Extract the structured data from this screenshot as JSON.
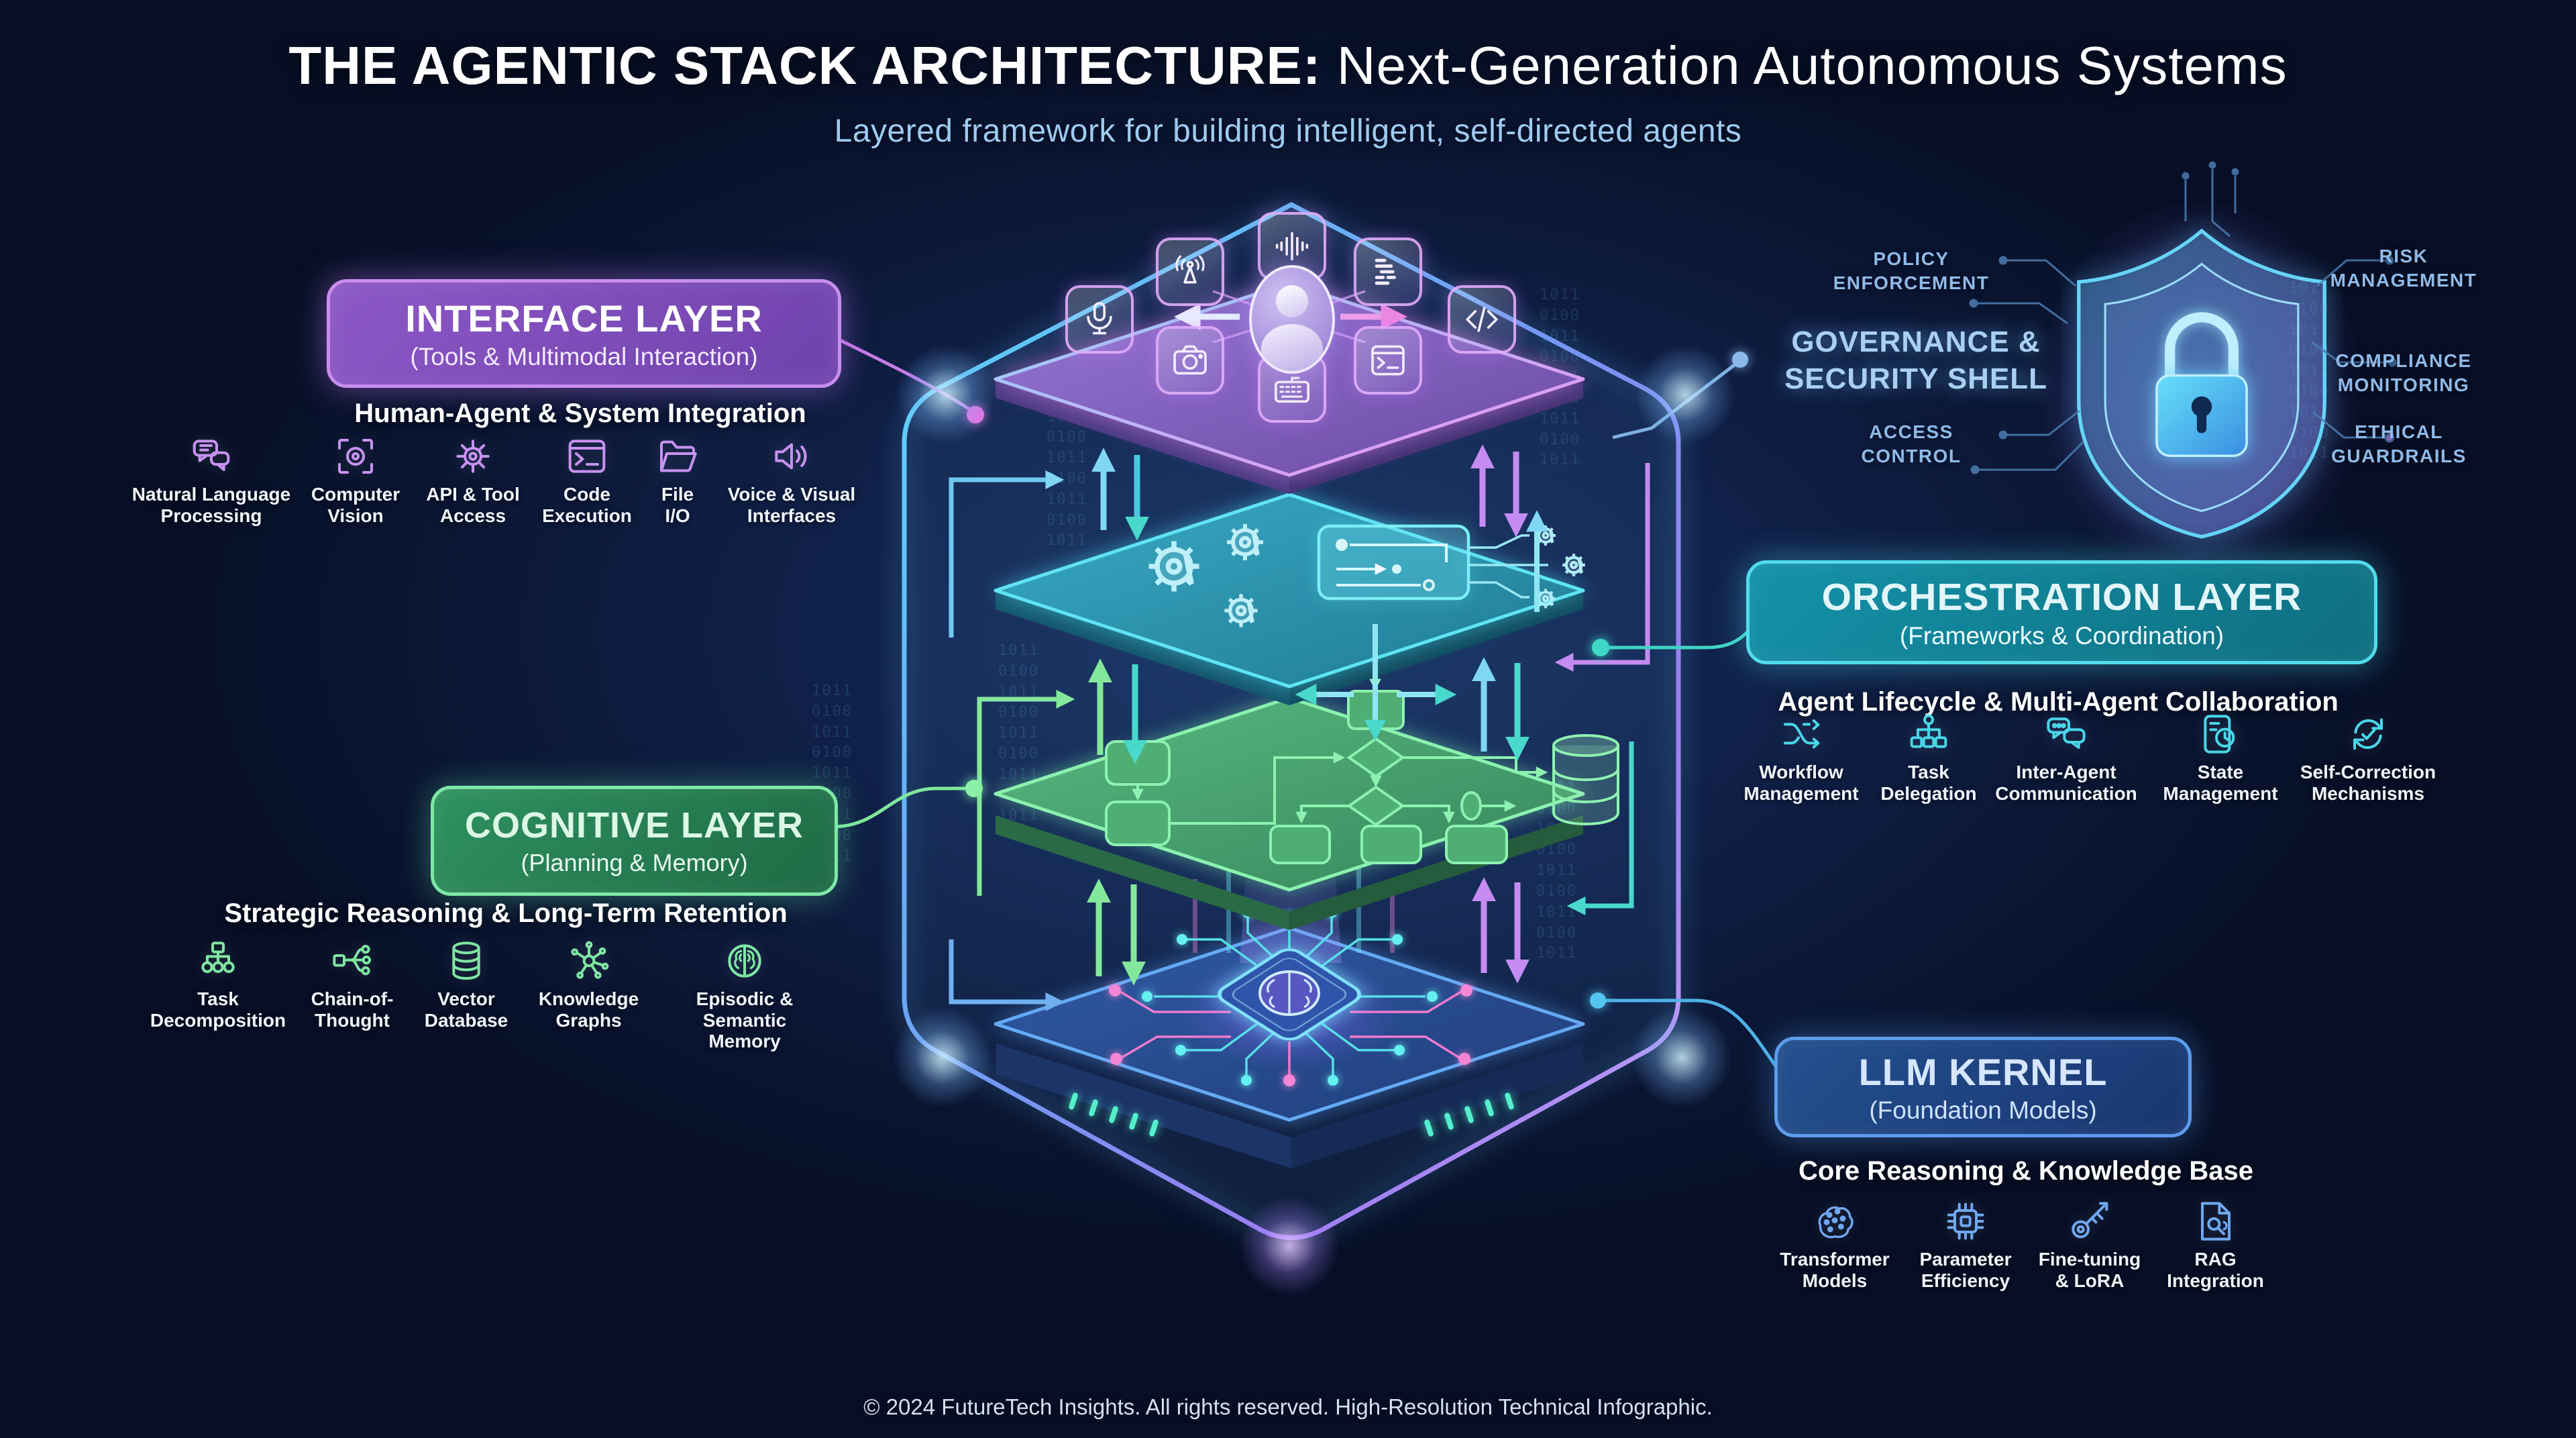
{
  "title": {
    "bold": "THE AGENTIC STACK ARCHITECTURE:",
    "regular": " Next-Generation Autonomous Systems",
    "subtitle": "Layered framework for building intelligent, self-directed agents"
  },
  "footer": {
    "text": "© 2024 FutureTech Insights. All rights reserved. High-Resolution Technical Infographic."
  },
  "colors": {
    "interface_accent": "#c892f0",
    "cognitive_accent": "#7fe6a2",
    "orchestration_accent": "#49d6e8",
    "llm_accent": "#6fa8f0",
    "governance_label": "#8fbae8"
  },
  "interface": {
    "box_title": "INTERFACE LAYER",
    "box_subtitle": "(Tools & Multimodal Interaction)",
    "tagline": "Human-Agent & System Integration",
    "items": [
      {
        "icon": "chat-bubbles-icon",
        "label": "Natural Language\nProcessing"
      },
      {
        "icon": "computer-vision-icon",
        "label": "Computer\nVision"
      },
      {
        "icon": "gear-icon",
        "label": "API & Tool\nAccess"
      },
      {
        "icon": "terminal-icon",
        "label": "Code\nExecution"
      },
      {
        "icon": "folder-icon",
        "label": "File\nI/O"
      },
      {
        "icon": "speaker-icon",
        "label": "Voice & Visual\nInterfaces"
      }
    ]
  },
  "cognitive": {
    "box_title": "COGNITIVE LAYER",
    "box_subtitle": "(Planning & Memory)",
    "tagline": "Strategic Reasoning & Long-Term Retention",
    "items": [
      {
        "icon": "task-tree-icon",
        "label": "Task\nDecomposition"
      },
      {
        "icon": "chain-branch-icon",
        "label": "Chain-of-\nThought"
      },
      {
        "icon": "database-icon",
        "label": "Vector\nDatabase"
      },
      {
        "icon": "knowledge-graph-icon",
        "label": "Knowledge\nGraphs"
      },
      {
        "icon": "brain-memory-icon",
        "label": "Episodic &\nSemantic Memory"
      }
    ]
  },
  "orchestration": {
    "box_title": "ORCHESTRATION LAYER",
    "box_subtitle": "(Frameworks & Coordination)",
    "tagline": "Agent Lifecycle & Multi-Agent Collaboration",
    "items": [
      {
        "icon": "workflow-icon",
        "label": "Workflow\nManagement"
      },
      {
        "icon": "hierarchy-icon",
        "label": "Task\nDelegation"
      },
      {
        "icon": "inter-agent-chat-icon",
        "label": "Inter-Agent\nCommunication"
      },
      {
        "icon": "state-clock-icon",
        "label": "State\nManagement"
      },
      {
        "icon": "self-correction-icon",
        "label": "Self-Correction\nMechanisms"
      }
    ]
  },
  "llm": {
    "box_title": "LLM KERNEL",
    "box_subtitle": "(Foundation Models)",
    "tagline": "Core Reasoning & Knowledge Base",
    "items": [
      {
        "icon": "neural-brain-icon",
        "label": "Transformer\nModels"
      },
      {
        "icon": "chip-icon",
        "label": "Parameter\nEfficiency"
      },
      {
        "icon": "key-tuning-icon",
        "label": "Fine-tuning\n& LoRA"
      },
      {
        "icon": "rag-doc-icon",
        "label": "RAG\nIntegration"
      }
    ]
  },
  "governance": {
    "title": "GOVERNANCE &\nSECURITY SHELL",
    "labels": [
      {
        "text": "POLICY\nENFORCEMENT",
        "pos": "policy"
      },
      {
        "text": "RISK\nMANAGEMENT",
        "pos": "risk"
      },
      {
        "text": "COMPLIANCE\nMONITORING",
        "pos": "compliance"
      },
      {
        "text": "ACCESS\nCONTROL",
        "pos": "access"
      },
      {
        "text": "ETHICAL\nGUARDRAILS",
        "pos": "ethical"
      }
    ]
  },
  "stack": {
    "interface_tiles": [
      {
        "icon": "waveform-icon"
      },
      {
        "icon": "antenna-icon"
      },
      {
        "icon": "code-list-icon"
      },
      {
        "icon": "microphone-icon"
      },
      {
        "icon": "code-tag-icon"
      },
      {
        "icon": "camera-icon"
      },
      {
        "icon": "terminal-window-icon"
      },
      {
        "icon": "keyboard-icon"
      }
    ]
  },
  "decor_binary": "101101001011010010110100101101001011"
}
